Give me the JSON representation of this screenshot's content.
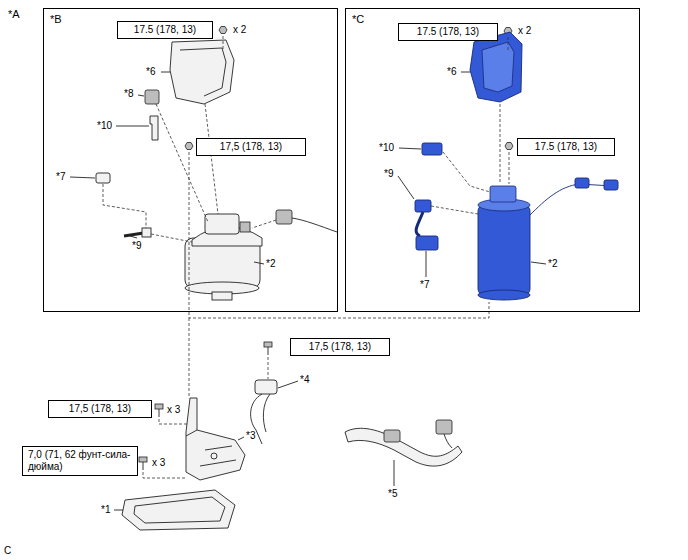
{
  "diagram": {
    "nodes": [
      {
        "text": [
          "*B"
        ]
      },
      {
        "text": [
          "17.5 (178, 13)"
        ],
        "in": 0
      },
      {
        "text": [
          "17,5 (178, 13)"
        ],
        "in": 0
      },
      {
        "text": [
          "*C"
        ]
      },
      {
        "text": [
          "17.5 (178, 13)"
        ],
        "in": 3
      },
      {
        "text": [
          "17.5 (178, 13)"
        ],
        "in": 3
      },
      {
        "text": [
          "17,5 (178, 13)"
        ]
      },
      {
        "text": [
          "17,5 (178, 13)"
        ]
      },
      {
        "text": [
          "7,0 (71, 62 фунт-сила-дюйма)"
        ]
      }
    ],
    "labels": [
      "*A",
      "x 2",
      "*6",
      "*8",
      "*10",
      "*7",
      "*9",
      "*2",
      "x 2",
      "*6",
      "*10",
      "*9",
      "*7",
      "*2",
      "x 3",
      "x 3",
      "*4",
      "*3",
      "*1",
      "*5",
      "C"
    ]
  }
}
